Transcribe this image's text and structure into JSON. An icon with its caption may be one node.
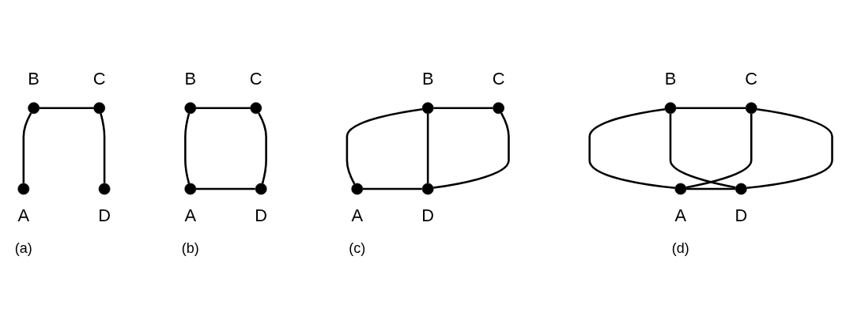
{
  "diagram": {
    "nodes": [
      {
        "text": [],
        "shape": "circle",
        "beside": [
          "B"
        ]
      },
      {
        "text": [],
        "shape": "circle",
        "beside": [
          "C"
        ]
      },
      {
        "text": [],
        "shape": "circle",
        "beside": [
          "A"
        ]
      },
      {
        "text": [],
        "shape": "circle",
        "beside": [
          "D"
        ]
      },
      {
        "text": [],
        "shape": "circle",
        "beside": [
          "B"
        ]
      },
      {
        "text": [],
        "shape": "circle",
        "beside": [
          "C"
        ]
      },
      {
        "text": [],
        "shape": "circle",
        "beside": [
          "A"
        ]
      },
      {
        "text": [],
        "shape": "circle",
        "beside": [
          "D"
        ]
      },
      {
        "text": [],
        "shape": "circle",
        "beside": [
          "B"
        ]
      },
      {
        "text": [],
        "shape": "circle",
        "beside": [
          "C"
        ]
      },
      {
        "text": [],
        "shape": "circle",
        "beside": [
          "A"
        ]
      },
      {
        "text": [],
        "shape": "circle",
        "beside": [
          "D"
        ]
      },
      {
        "text": [],
        "shape": "circle",
        "beside": [
          "B"
        ]
      },
      {
        "text": [],
        "shape": "circle",
        "beside": [
          "C"
        ]
      },
      {
        "text": [],
        "shape": "circle",
        "beside": [
          "A"
        ]
      },
      {
        "text": [],
        "shape": "circle",
        "beside": [
          "D"
        ]
      }
    ],
    "edges": [
      {
        "from": 0,
        "to": 1,
        "arrow": "none"
      },
      {
        "from": 0,
        "to": 2,
        "arrow": "none"
      },
      {
        "from": 1,
        "to": 3,
        "arrow": "none"
      },
      {
        "from": 4,
        "to": 5,
        "arrow": "none"
      },
      {
        "from": 4,
        "to": 6,
        "arrow": "none"
      },
      {
        "from": 5,
        "to": 7,
        "arrow": "none"
      },
      {
        "from": 6,
        "to": 7,
        "arrow": "none"
      },
      {
        "from": 8,
        "to": 9,
        "arrow": "none"
      },
      {
        "from": 8,
        "to": 10,
        "arrow": "none"
      },
      {
        "from": 9,
        "to": 11,
        "arrow": "none"
      },
      {
        "from": 10,
        "to": 11,
        "arrow": "none"
      },
      {
        "from": 8,
        "to": 11,
        "arrow": "none"
      },
      {
        "from": 12,
        "to": 13,
        "arrow": "none"
      },
      {
        "from": 12,
        "to": 14,
        "arrow": "none"
      },
      {
        "from": 13,
        "to": 15,
        "arrow": "none"
      },
      {
        "from": 14,
        "to": 15,
        "arrow": "none"
      },
      {
        "from": 12,
        "to": 15,
        "arrow": "none"
      },
      {
        "from": 13,
        "to": 14,
        "arrow": "none"
      }
    ],
    "labels": [
      "(a)",
      "(b)",
      "(c)",
      "(d)"
    ]
  }
}
